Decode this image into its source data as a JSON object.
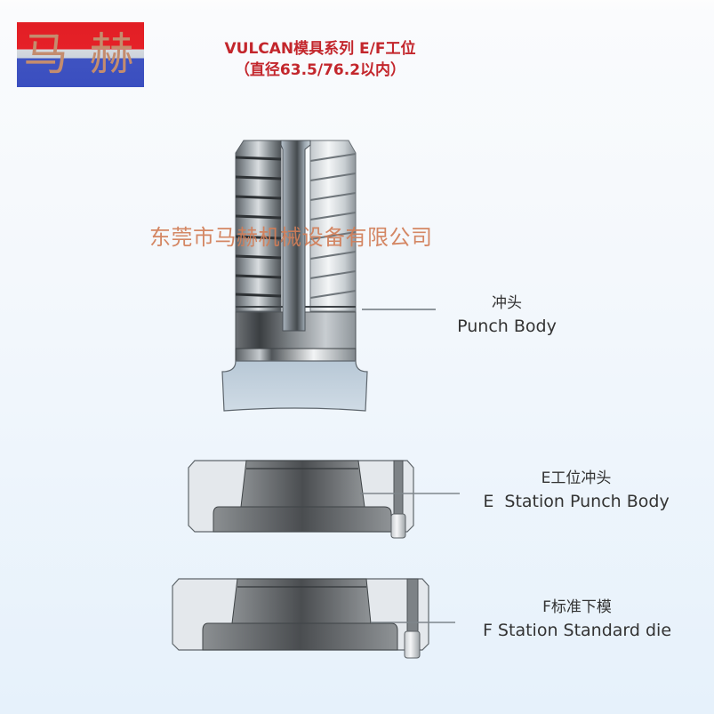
{
  "logo": {
    "text": "马 赫",
    "colors": {
      "top": "#e21e24",
      "middle": "#d6d9de",
      "bottom": "#3f53c1",
      "text": "#c48c6e"
    }
  },
  "header": {
    "title_line1": "VULCAN模具系列 E/F工位",
    "title_line2": "（直径63.5/76.2以内）",
    "color": "#c3262c"
  },
  "watermark": {
    "text": "东莞市马赫机械设备有限公司",
    "color": "#d27e58"
  },
  "parts": [
    {
      "id": "punch-body",
      "label_cn": "冲头",
      "label_en": "Punch Body"
    },
    {
      "id": "e-station-punch-body",
      "label_cn": "E工位冲头",
      "label_en": "E  Station Punch Body"
    },
    {
      "id": "f-station-standard-die",
      "label_cn": "F标准下模",
      "label_en": "F Station Standard die"
    }
  ]
}
